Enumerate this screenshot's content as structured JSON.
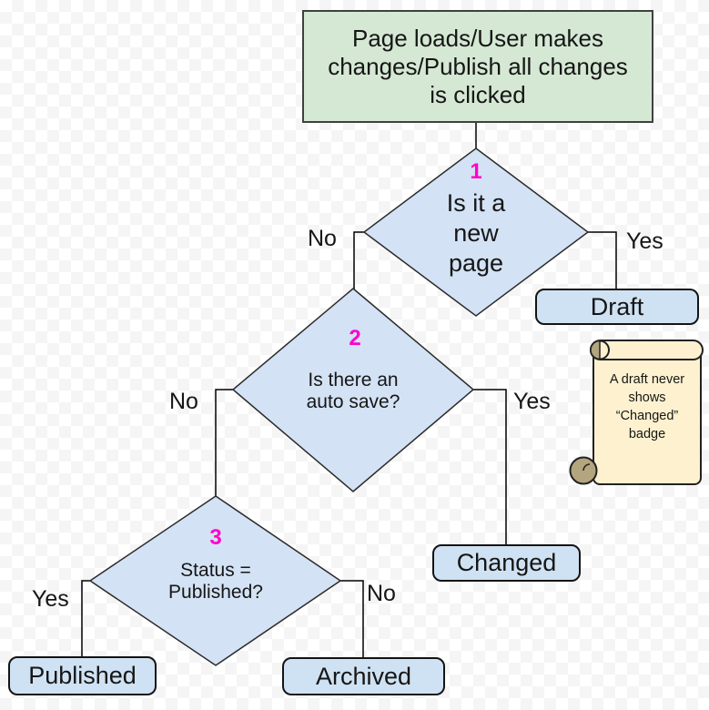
{
  "colors": {
    "start_fill": "#d5e8d4",
    "start_border": "#404040",
    "decision_fill": "#d3e2f4",
    "outcome_fill": "#cfe2f3",
    "node_border": "#141414",
    "note_fill": "#fdf1cf",
    "note_curl": "#b3a67e",
    "number_accent": "#ff00cc",
    "connector": "#000000"
  },
  "flowchart": {
    "start": {
      "label": "Page loads/User makes changes/Publish all changes is clicked"
    },
    "decisions": [
      {
        "number": "1",
        "label": "Is it a new page",
        "no": "No",
        "yes": "Yes"
      },
      {
        "number": "2",
        "label": "Is there an auto save?",
        "no": "No",
        "yes": "Yes"
      },
      {
        "number": "3",
        "label": "Status = Published?",
        "no": "No",
        "yes": "Yes"
      }
    ],
    "outcomes": {
      "draft": "Draft",
      "changed": "Changed",
      "published": "Published",
      "archived": "Archived"
    },
    "note": "A draft never shows “Changed” badge"
  }
}
